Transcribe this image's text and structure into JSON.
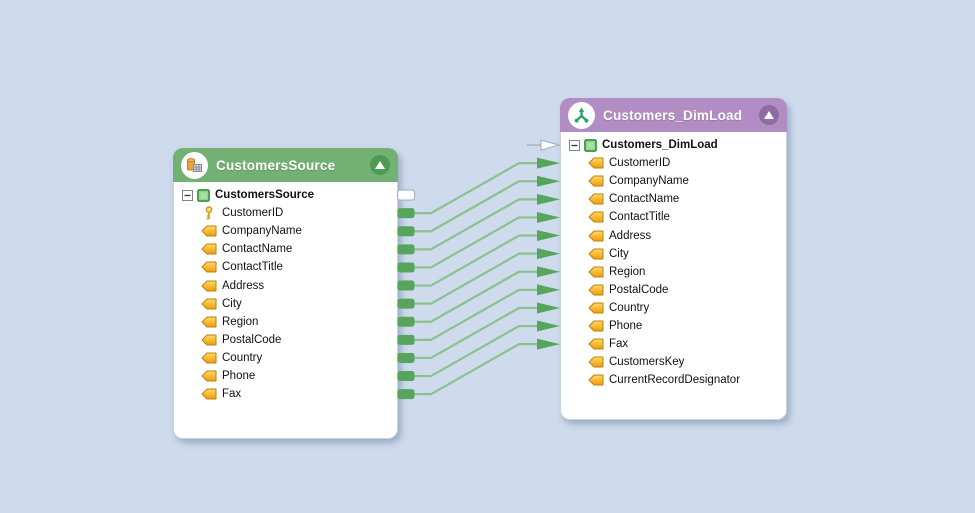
{
  "colors": {
    "canvas_bg": "#cedbed",
    "wire": "#8cc18c",
    "connector": "#57a55c",
    "unmapped_fill": "#ffffff",
    "unmapped_stroke": "#a9b3c2"
  },
  "nodes": [
    {
      "title": "CustomersSource",
      "kind": "data-source",
      "header_color": "#73b073",
      "accent_color": "#4d9b52",
      "header_icon": "datasource-icon",
      "rows": [
        {
          "label": "CustomersSource",
          "icon": "table-icon",
          "bold": true,
          "expander": "collapsed-minus"
        },
        {
          "label": "CustomerID",
          "icon": "key-icon"
        },
        {
          "label": "CompanyName",
          "icon": "field-icon"
        },
        {
          "label": "ContactName",
          "icon": "field-icon"
        },
        {
          "label": "ContactTitle",
          "icon": "field-icon"
        },
        {
          "label": "Address",
          "icon": "field-icon"
        },
        {
          "label": "City",
          "icon": "field-icon"
        },
        {
          "label": "Region",
          "icon": "field-icon"
        },
        {
          "label": "PostalCode",
          "icon": "field-icon"
        },
        {
          "label": "Country",
          "icon": "field-icon"
        },
        {
          "label": "Phone",
          "icon": "field-icon"
        },
        {
          "label": "Fax",
          "icon": "field-icon"
        }
      ]
    },
    {
      "title": "Customers_DimLoad",
      "kind": "dimension-load",
      "header_color": "#b18dc3",
      "accent_color": "#8f6ba4",
      "header_icon": "transform-icon",
      "rows": [
        {
          "label": "Customers_DimLoad",
          "icon": "table-icon",
          "bold": true,
          "expander": "collapsed-minus"
        },
        {
          "label": "CustomerID",
          "icon": "field-icon"
        },
        {
          "label": "CompanyName",
          "icon": "field-icon"
        },
        {
          "label": "ContactName",
          "icon": "field-icon"
        },
        {
          "label": "ContactTitle",
          "icon": "field-icon"
        },
        {
          "label": "Address",
          "icon": "field-icon"
        },
        {
          "label": "City",
          "icon": "field-icon"
        },
        {
          "label": "Region",
          "icon": "field-icon"
        },
        {
          "label": "PostalCode",
          "icon": "field-icon"
        },
        {
          "label": "Country",
          "icon": "field-icon"
        },
        {
          "label": "Phone",
          "icon": "field-icon"
        },
        {
          "label": "Fax",
          "icon": "field-icon"
        },
        {
          "label": "CustomersKey",
          "icon": "field-icon"
        },
        {
          "label": "CurrentRecordDesignator",
          "icon": "field-icon"
        }
      ]
    }
  ],
  "mappings": [
    {
      "from": "CustomersSource",
      "to": "Customers_DimLoad",
      "state": "table"
    },
    {
      "from": "CustomerID",
      "to": "CustomerID",
      "state": "mapped"
    },
    {
      "from": "CompanyName",
      "to": "CompanyName",
      "state": "mapped"
    },
    {
      "from": "ContactName",
      "to": "ContactName",
      "state": "mapped"
    },
    {
      "from": "ContactTitle",
      "to": "ContactTitle",
      "state": "mapped"
    },
    {
      "from": "Address",
      "to": "Address",
      "state": "mapped"
    },
    {
      "from": "City",
      "to": "City",
      "state": "mapped"
    },
    {
      "from": "Region",
      "to": "Region",
      "state": "mapped"
    },
    {
      "from": "PostalCode",
      "to": "PostalCode",
      "state": "mapped"
    },
    {
      "from": "Country",
      "to": "Country",
      "state": "mapped"
    },
    {
      "from": "Phone",
      "to": "Phone",
      "state": "mapped"
    },
    {
      "from": "Fax",
      "to": "Fax",
      "state": "mapped"
    }
  ]
}
